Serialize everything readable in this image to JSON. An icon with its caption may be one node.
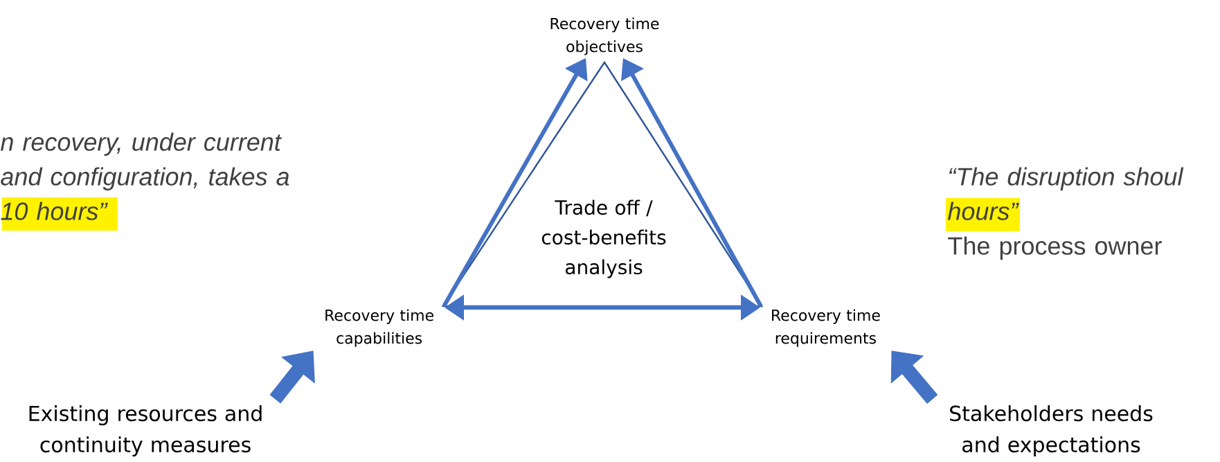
{
  "diagram": {
    "nodes": [
      {
        "text": [
          "Trade off / cost-benefits analysis"
        ]
      },
      {
        "text": [
          "Recovery time objectives"
        ]
      },
      {
        "text": [
          "Recovery time capabilities"
        ]
      },
      {
        "text": [
          "Recovery time requirements"
        ]
      },
      {
        "text": [
          "Existing resources and continuity measures"
        ]
      },
      {
        "text": [
          "Stakeholders needs and expectations"
        ]
      }
    ],
    "edges": [
      {
        "from": 2,
        "to": 1,
        "arrow": "to"
      },
      {
        "from": 3,
        "to": 1,
        "arrow": "to"
      },
      {
        "from": 2,
        "to": 3,
        "arrow": "both"
      },
      {
        "from": 4,
        "to": 2,
        "arrow": "to",
        "style": "thick"
      },
      {
        "from": 5,
        "to": 3,
        "arrow": "to",
        "style": "thick"
      }
    ],
    "labels": [
      "n recovery, under current and configuration, takes a 10 hours”",
      "“The disruption shoul hours”",
      "The process owner"
    ]
  }
}
